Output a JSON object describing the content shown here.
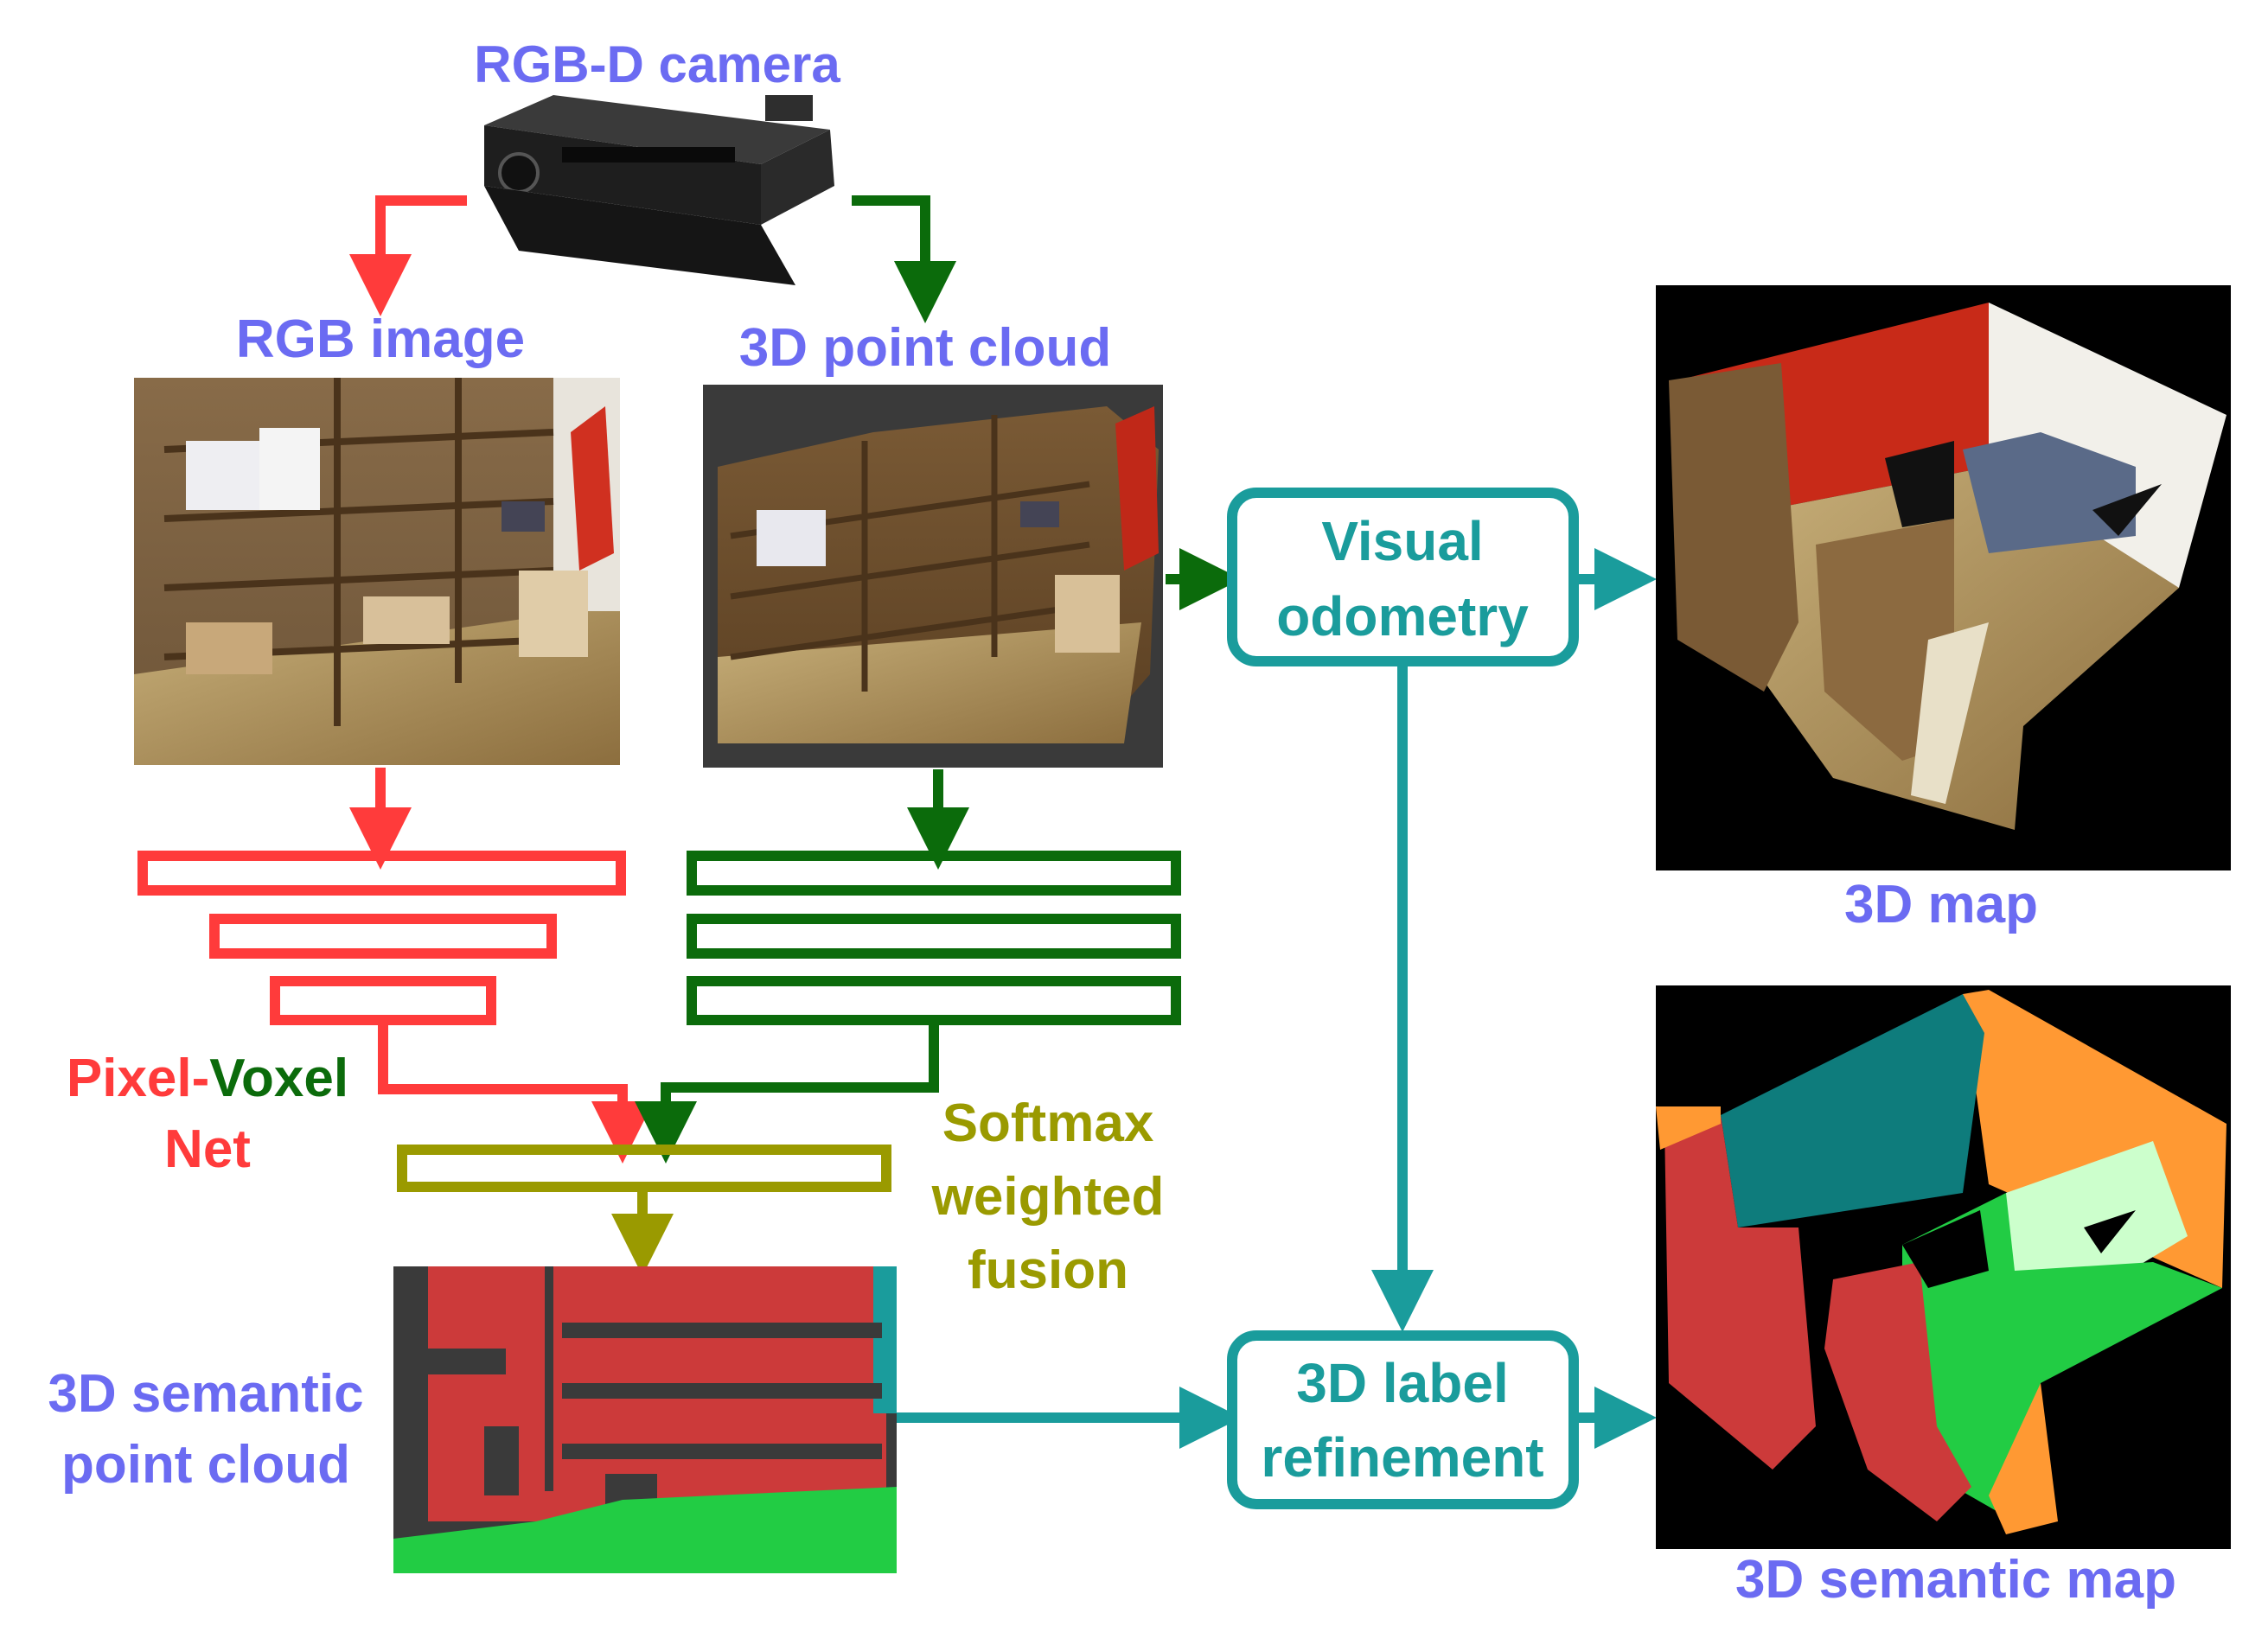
{
  "labels": {
    "camera": "RGB-D camera",
    "rgb_image": "RGB image",
    "point_cloud": "3D point cloud",
    "pixel": "Pixel-",
    "voxel": "Voxel",
    "net": "Net",
    "softmax_1": "Softmax",
    "softmax_2": "weighted",
    "softmax_3": "fusion",
    "semantic_cloud_1": "3D semantic",
    "semantic_cloud_2": "point cloud",
    "visual_odometry_1": "Visual",
    "visual_odometry_2": "odometry",
    "label_refinement_1": "3D label",
    "label_refinement_2": "refinement",
    "map": "3D map",
    "semantic_map": "3D semantic map"
  },
  "colors": {
    "label_blue": "#6B6BF2",
    "rgb_branch": "#FF3B3B",
    "cloud_branch": "#0B6B0B",
    "fusion": "#9A9A00",
    "teal": "#1A9C9C",
    "semantic_red": "#CC3A3A",
    "semantic_green": "#22CC44",
    "semantic_orange": "#FF9933",
    "semantic_teal": "#0E7C7C",
    "semantic_mint": "#CCFFCC"
  }
}
